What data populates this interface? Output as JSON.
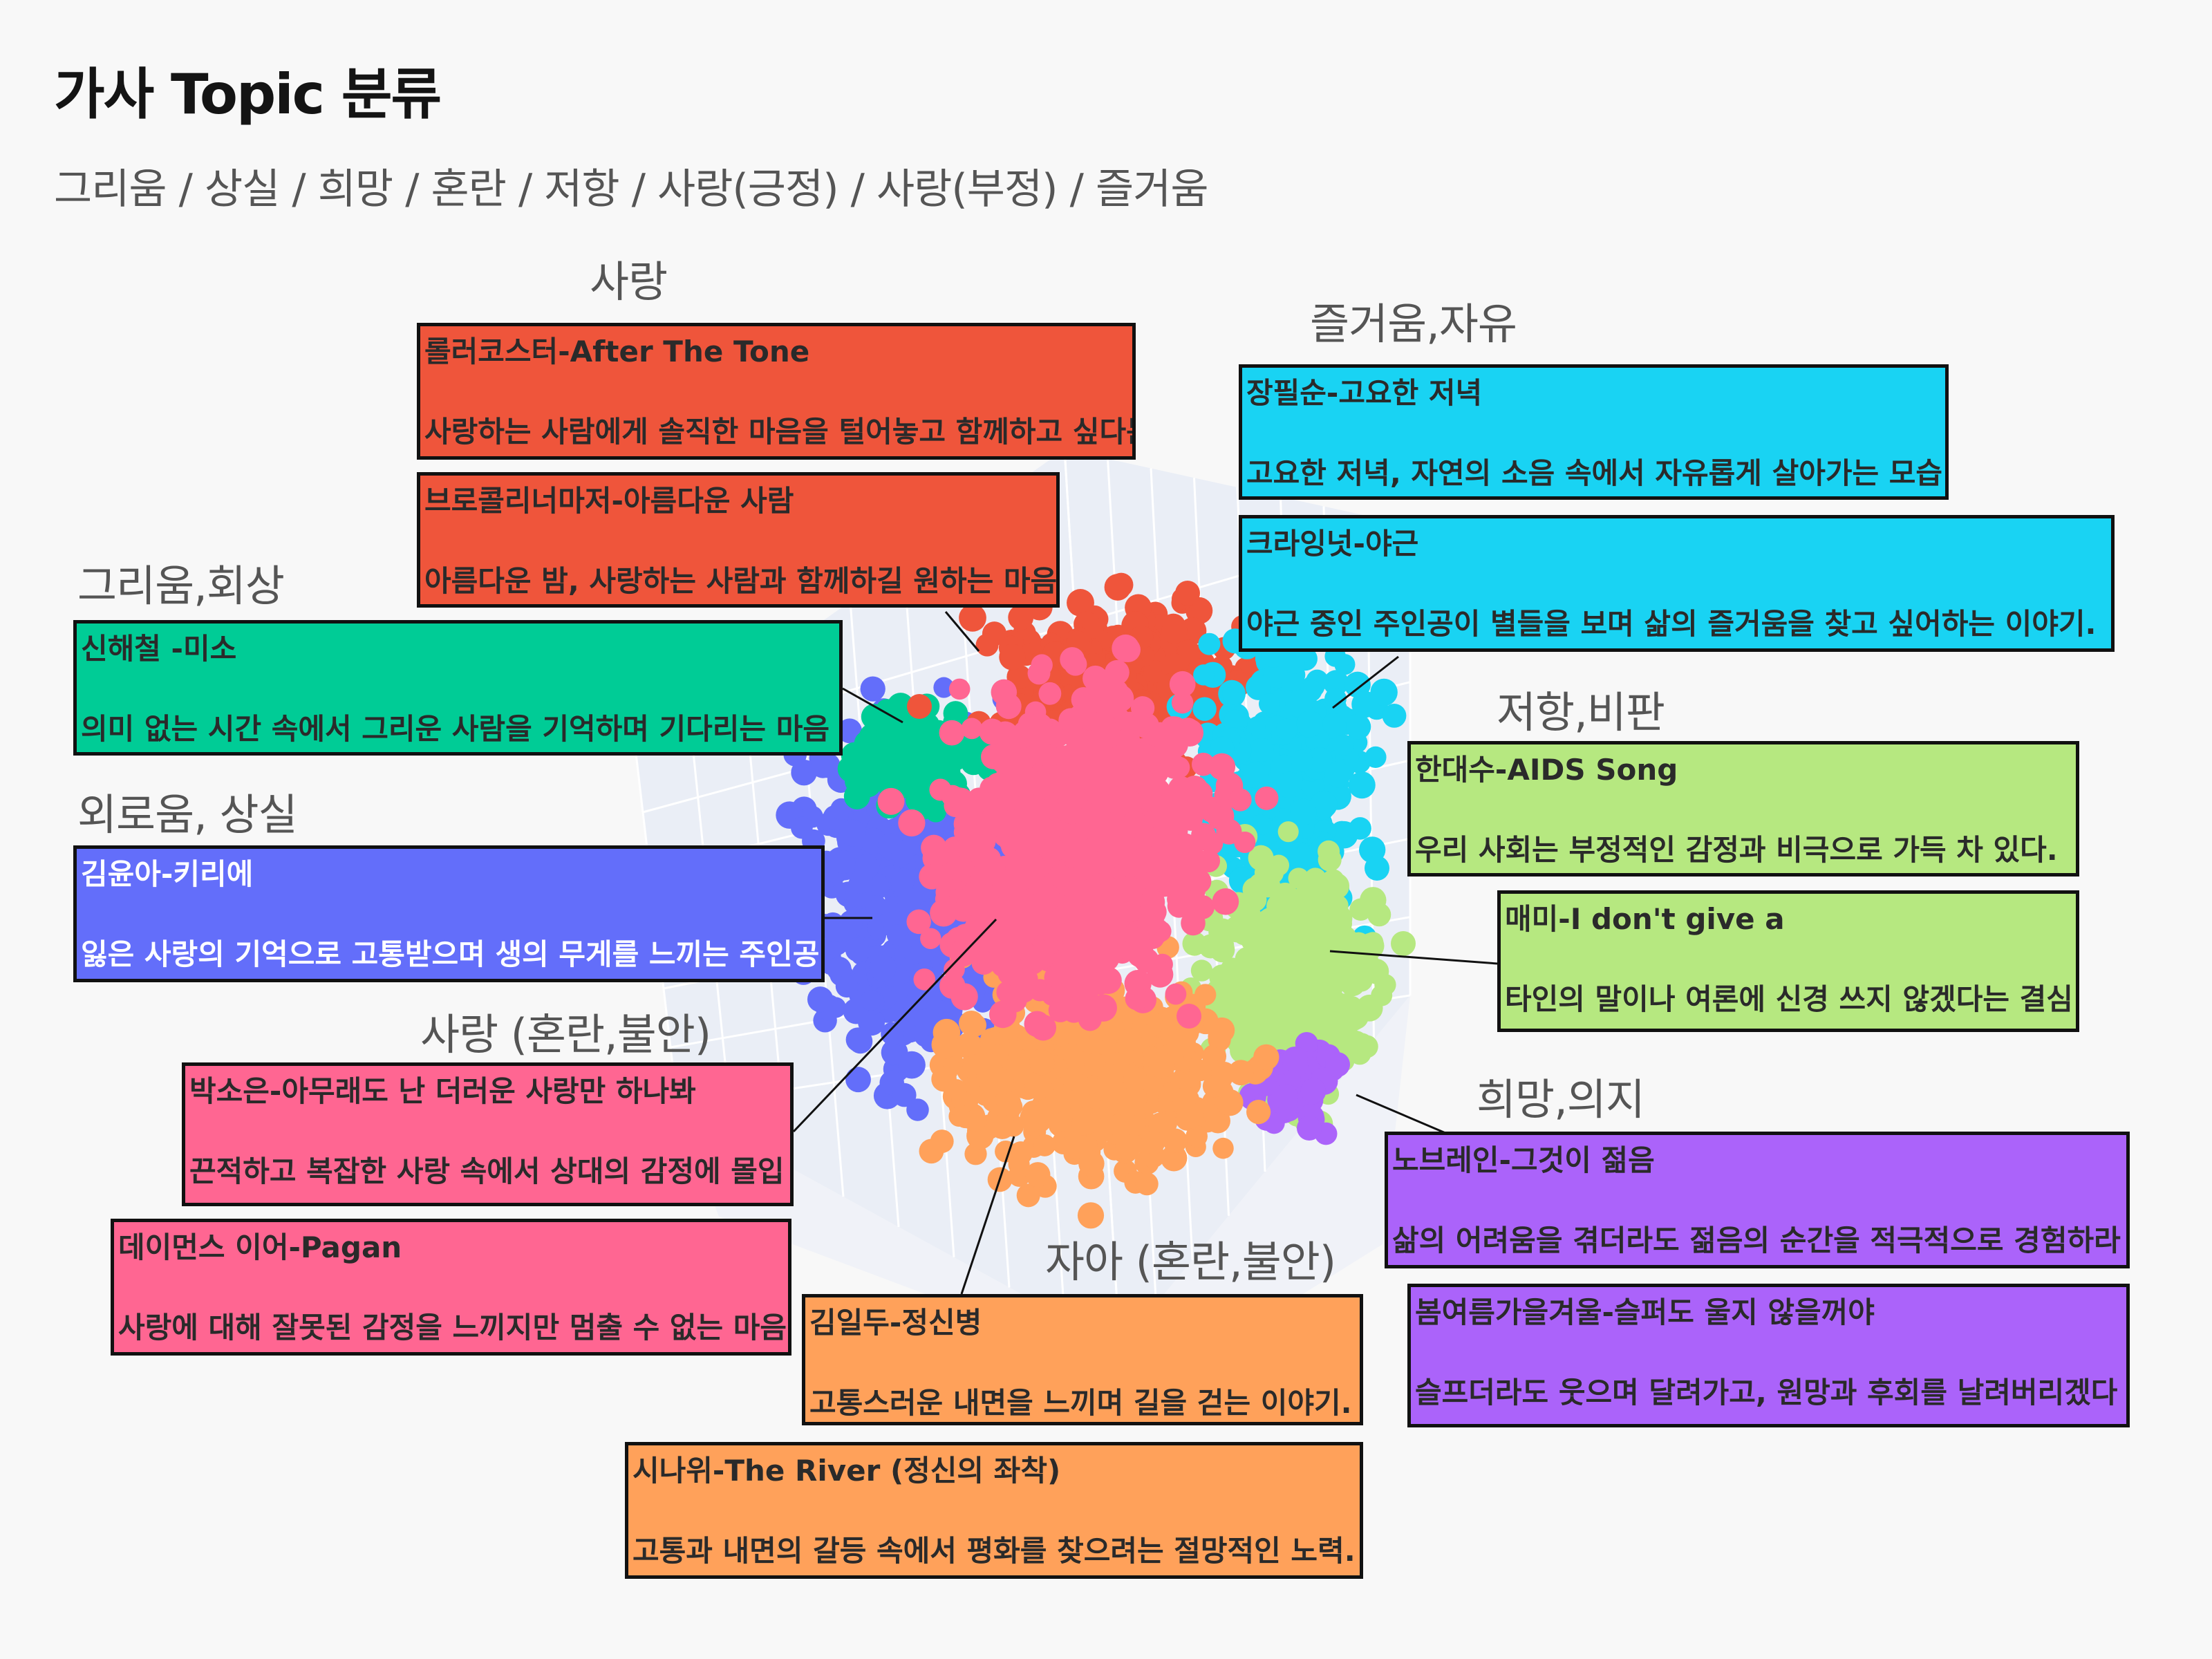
{
  "title": "가사 Topic 분류",
  "subtitle": "그리움 / 상실 / 희망 / 혼란 / 저항 / 사랑(긍정) / 사랑(부정) / 즐거움",
  "colors": {
    "love": "#ef553b",
    "joy": "#19d3f3",
    "longing": "#00cc96",
    "loss": "#636efa",
    "resist": "#b6e880",
    "love_confused": "#ff6692",
    "hope": "#ab63fa",
    "self": "#ffa15a"
  },
  "categories": [
    {
      "id": "love",
      "label": "사랑"
    },
    {
      "id": "joy",
      "label": "즐거움,자유"
    },
    {
      "id": "longing",
      "label": "그리움,회상"
    },
    {
      "id": "resist",
      "label": "저항,비판"
    },
    {
      "id": "loss",
      "label": "외로움, 상실"
    },
    {
      "id": "love_confused",
      "label": "사랑 (혼란,불안)"
    },
    {
      "id": "hope",
      "label": "희망,의지"
    },
    {
      "id": "self",
      "label": "자아 (혼란,불안)"
    }
  ],
  "songs": [
    {
      "id": "rollercoaster",
      "category": "love",
      "title": "롤러코스터-After The Tone",
      "desc": "사랑하는 사람에게 솔직한 마음을 털어놓고 함께하고 싶다는"
    },
    {
      "id": "broccoli",
      "category": "love",
      "title": "브로콜리너마저-아름다운 사람",
      "desc": "아름다운 밤, 사랑하는 사람과 함께하길 원하는 마음"
    },
    {
      "id": "jangpilsoon",
      "category": "joy",
      "title": "장필순-고요한 저녁",
      "desc": "고요한 저녁, 자연의 소음 속에서 자유롭게 살아가는 모습"
    },
    {
      "id": "crying_nut",
      "category": "joy",
      "title": "크라잉넛-야근",
      "desc": "야근 중인 주인공이 별들을 보며 삶의 즐거움을 찾고 싶어하는 이야기."
    },
    {
      "id": "shinhaechul",
      "category": "longing",
      "title": "신해철 -미소",
      "desc": "의미 없는 시간 속에서 그리운 사람을 기억하며 기다리는 마음"
    },
    {
      "id": "handaesu",
      "category": "resist",
      "title": "한대수-AIDS Song",
      "desc": "우리 사회는 부정적인 감정과 비극으로 가득 차 있다."
    },
    {
      "id": "maemi",
      "category": "resist",
      "title": "매미-I don't give a",
      "desc": "타인의 말이나 여론에 신경 쓰지 않겠다는 결심"
    },
    {
      "id": "kimyuna",
      "category": "loss",
      "title": "김윤아-키리에",
      "desc": "잃은 사랑의 기억으로 고통받으며 생의 무게를 느끼는 주인공"
    },
    {
      "id": "parksoeun",
      "category": "love_confused",
      "title": "박소은-아무래도 난 더러운 사랑만 하나봐",
      "desc": "끈적하고 복잡한 사랑 속에서 상대의 감정에 몰입"
    },
    {
      "id": "damons",
      "category": "love_confused",
      "title": "데이먼스 이어-Pagan",
      "desc": "사랑에 대해 잘못된 감정을 느끼지만 멈출 수 없는 마음"
    },
    {
      "id": "nobrain",
      "category": "hope",
      "title": "노브레인-그것이 젊음",
      "desc": "삶의 어려움을 겪더라도 젊음의 순간을 적극적으로 경험하라"
    },
    {
      "id": "bomyeoreum",
      "category": "hope",
      "title": "봄여름가을겨울-슬퍼도 울지 않을꺼야",
      "desc": "슬프더라도 웃으며 달려가고, 원망과 후회를 날려버리겠다"
    },
    {
      "id": "kimildu",
      "category": "self",
      "title": "김일두-정신병",
      "desc": "고통스러운 내면을 느끼며 길을 걷는 이야기."
    },
    {
      "id": "sinawe",
      "category": "self",
      "title": "시나위-The River (정신의 좌착)",
      "desc": "고통과 내면의 갈등 속에서 평화를 찾으려는 절망적인 노력."
    }
  ],
  "chart_data": {
    "type": "scatter",
    "title": "가사 Topic 분류",
    "subtitle": "그리움 / 상실 / 희망 / 혼란 / 저항 / 사랑(긍정) / 사랑(부정) / 즐거움",
    "series": [
      {
        "name": "사랑",
        "color": "#ef553b"
      },
      {
        "name": "즐거움,자유",
        "color": "#19d3f3"
      },
      {
        "name": "그리움,회상",
        "color": "#00cc96"
      },
      {
        "name": "저항,비판",
        "color": "#b6e880"
      },
      {
        "name": "외로움, 상실",
        "color": "#636efa"
      },
      {
        "name": "사랑 (혼란,불안)",
        "color": "#ff6692"
      },
      {
        "name": "희망,의지",
        "color": "#ab63fa"
      },
      {
        "name": "자아 (혼란,불안)",
        "color": "#ffa15a"
      }
    ],
    "grid": true
  }
}
